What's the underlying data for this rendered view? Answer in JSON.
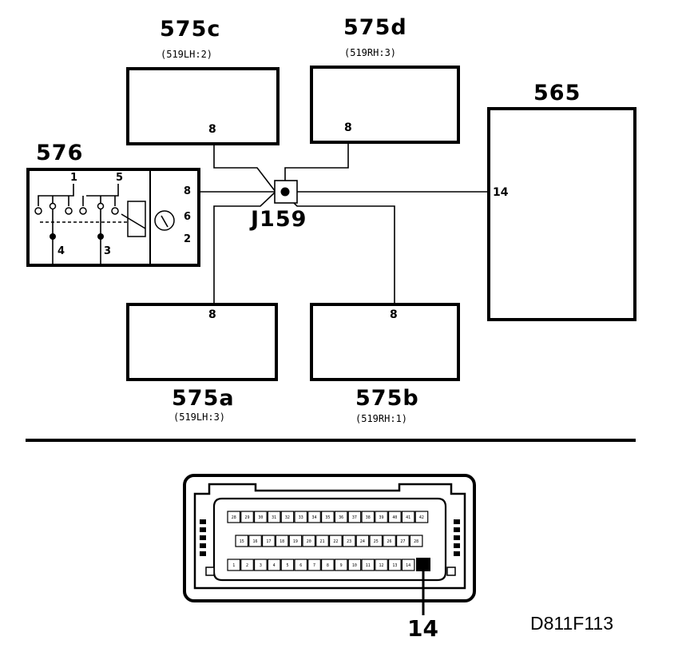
{
  "components": {
    "c575c": {
      "label": "575c",
      "ref": "(519LH:2)",
      "pin": "8"
    },
    "c575d": {
      "label": "575d",
      "ref": "(519RH:3)",
      "pin": "8"
    },
    "c565": {
      "label": "565",
      "pin": "14"
    },
    "c576": {
      "label": "576",
      "pins": {
        "p1": "1",
        "p5": "5",
        "p4": "4",
        "p3": "3",
        "p8": "8",
        "p6": "6",
        "p2": "2"
      }
    },
    "j159": {
      "label": "J159"
    },
    "c575a": {
      "label": "575a",
      "ref": "(519LH:3)",
      "pin": "8"
    },
    "c575b": {
      "label": "575b",
      "ref": "(519RH:1)",
      "pin": "8"
    }
  },
  "connector": {
    "callout_pin": "14",
    "row1": [
      "28",
      "29",
      "30",
      "31",
      "32",
      "33",
      "34",
      "35",
      "36",
      "37",
      "38",
      "39",
      "40",
      "41",
      "42"
    ],
    "row2": [
      "15",
      "16",
      "17",
      "18",
      "19",
      "20",
      "21",
      "22",
      "23",
      "24",
      "25",
      "26",
      "27",
      "28"
    ],
    "row3": [
      "1",
      "2",
      "3",
      "4",
      "5",
      "6",
      "7",
      "8",
      "9",
      "10",
      "11",
      "12",
      "13",
      "14"
    ]
  },
  "diagram_code": "D811F113"
}
